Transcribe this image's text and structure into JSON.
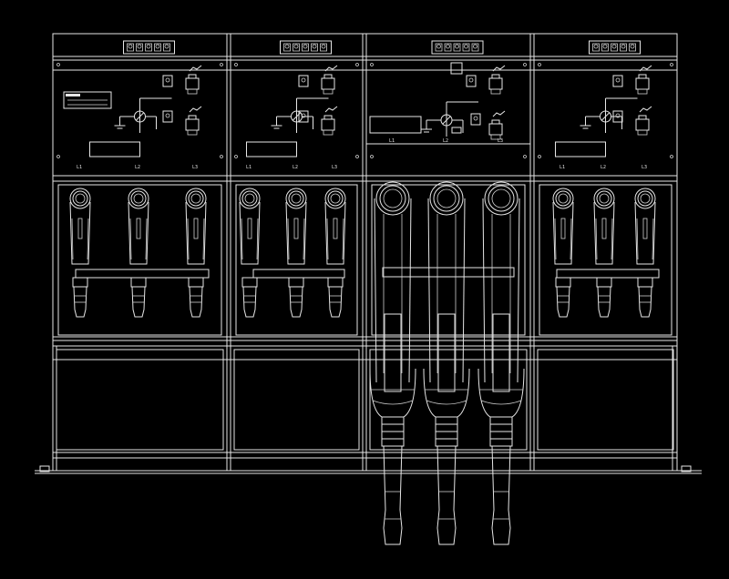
{
  "drawing": {
    "background": "#000000",
    "line_color": "#e6e6e6",
    "panels": [
      {
        "id": "panel-1",
        "type": "cable-feeder",
        "phase_labels": [
          "L1",
          "L2",
          "L3"
        ]
      },
      {
        "id": "panel-2",
        "type": "cable-feeder",
        "phase_labels": [
          "L1",
          "L2",
          "L3"
        ]
      },
      {
        "id": "panel-3",
        "type": "transformer-feeder",
        "phase_labels": [
          "L1",
          "L2",
          "L3"
        ]
      },
      {
        "id": "panel-4",
        "type": "cable-feeder",
        "phase_labels": [
          "L1",
          "L2",
          "L3"
        ]
      }
    ],
    "icons": [
      "switchgear-panel-icon",
      "cable-termination-icon",
      "bushing-icon",
      "earthing-switch-icon",
      "padlock-icon",
      "mimic-diagram-icon"
    ]
  }
}
